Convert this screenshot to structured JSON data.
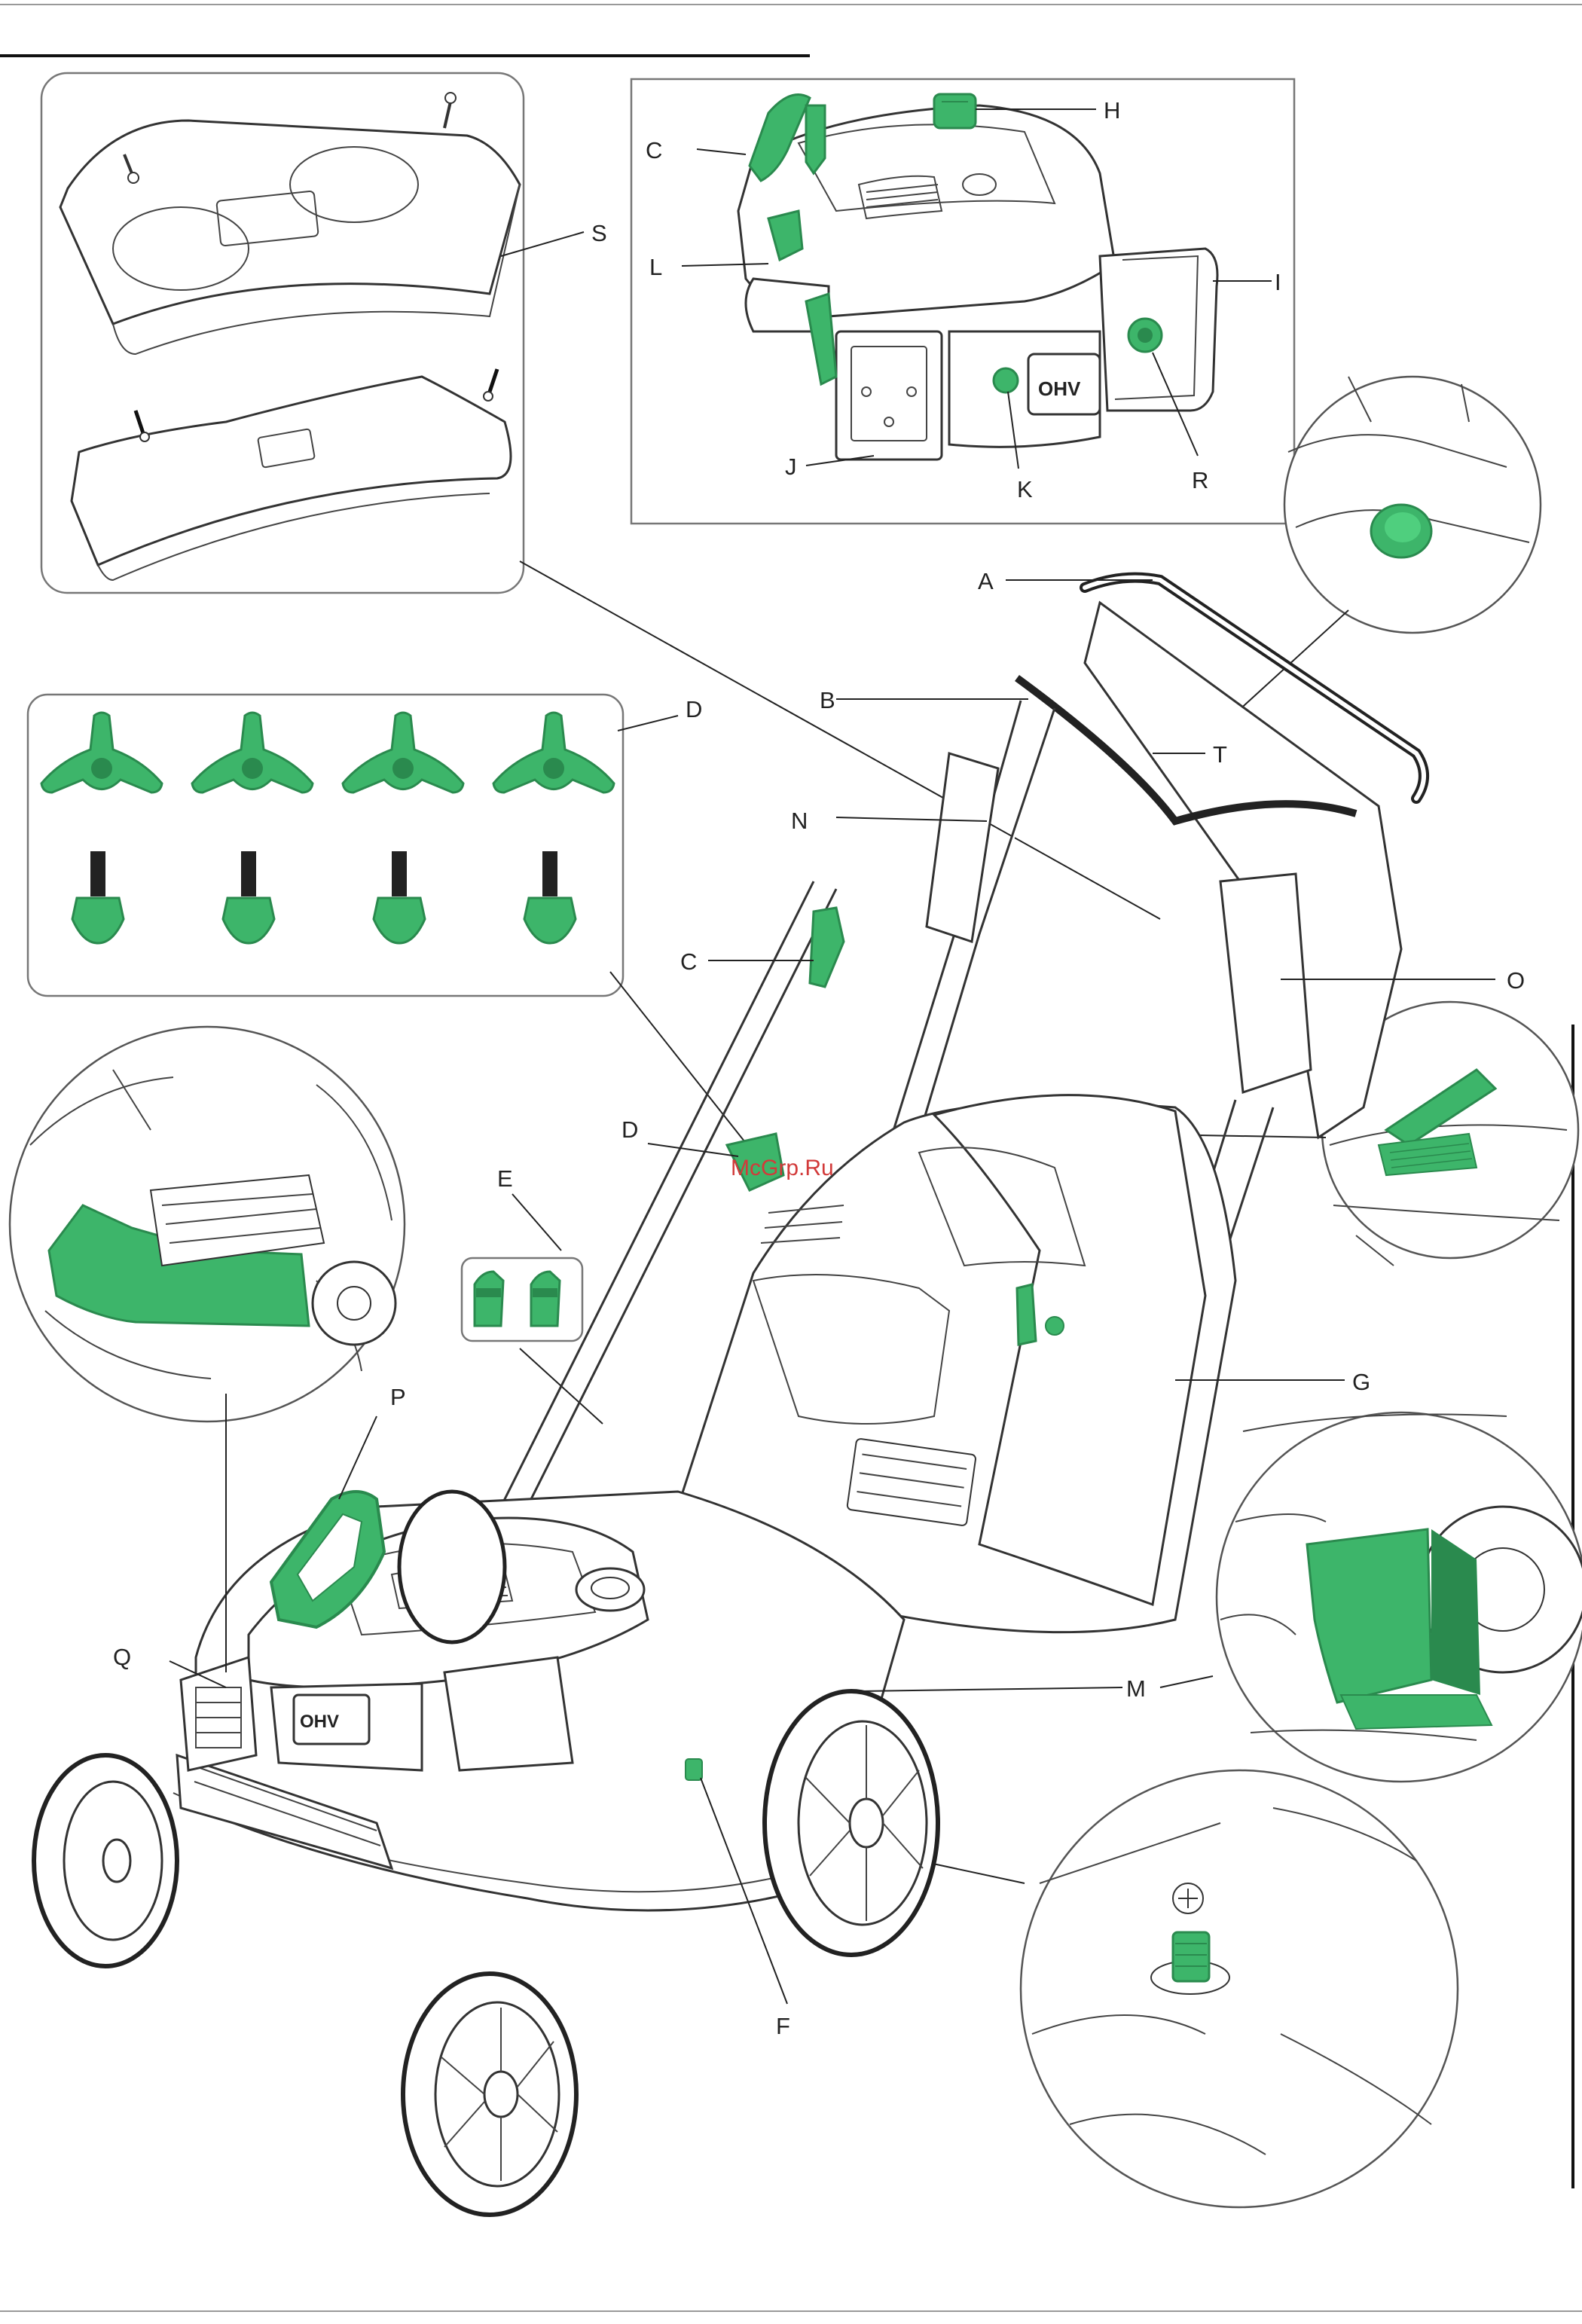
{
  "colors": {
    "part_green": "#3db56a",
    "part_green_dark": "#2a8a4e",
    "line": "#222222",
    "panel_border": "#777777",
    "watermark": "#d23a3a"
  },
  "watermark": "McGrp.Ru",
  "engine_labels": {
    "c": "C",
    "h": "H",
    "l": "L",
    "i": "I",
    "j": "J",
    "k": "K",
    "r": "R"
  },
  "main_labels": {
    "s": "S",
    "a": "A",
    "b": "B",
    "t": "T",
    "n": "N",
    "d_kit": "D",
    "c": "C",
    "o": "O",
    "d": "D",
    "e": "E",
    "g": "G",
    "p": "P",
    "q": "Q",
    "m": "M",
    "f": "F"
  },
  "engine_badge": "OHV",
  "engine_badge_front": "OHV"
}
